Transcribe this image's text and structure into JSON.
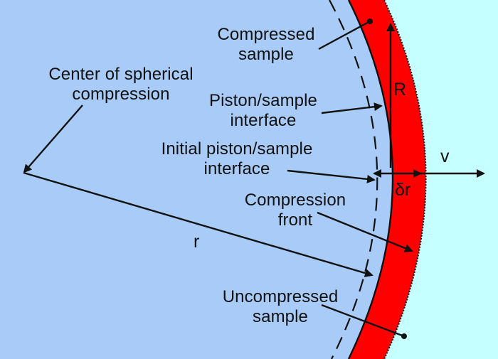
{
  "colors": {
    "uncompressed_region": "#a8ccf7",
    "outside_region": "#c6ffff",
    "compressed_shell": "#ff0000",
    "lines": "#111111"
  },
  "labels": {
    "compressed_sample": "Compressed\nsample",
    "center": "Center of spherical\ncompression",
    "piston_interface": "Piston/sample\ninterface",
    "initial_interface": "Initial piston/sample\ninterface",
    "compression_front": "Compression\nfront",
    "uncompressed_sample": "Uncompressed\nsample",
    "radius_r": "r",
    "radius_R": "R",
    "thickness_delta_r": "δr",
    "velocity_v": "v"
  }
}
